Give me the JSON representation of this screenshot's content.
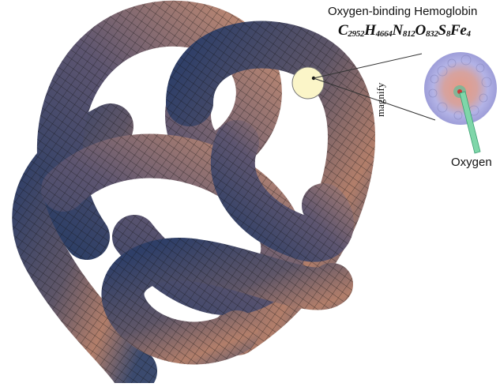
{
  "diagram": {
    "title": "Oxygen-binding Hemoglobin",
    "formula": [
      {
        "el": "C",
        "n": "2952"
      },
      {
        "el": "H",
        "n": "4664"
      },
      {
        "el": "N",
        "n": "812"
      },
      {
        "el": "O",
        "n": "832"
      },
      {
        "el": "S",
        "n": "8"
      },
      {
        "el": "Fe",
        "n": "4"
      }
    ],
    "magnify_label": "magnify",
    "oxygen_label": "Oxygen"
  },
  "colors": {
    "tube_dark": "#2e3f66",
    "tube_mid": "#6b5a64",
    "tube_warm": "#b27c68",
    "grid_line": "#1a1a1a",
    "magnifier_fill": "#fbf5c8",
    "protein_blue": "#a8a8e0",
    "protein_red": "#d7958a",
    "oxygen_pointer": "#7fd6a9"
  },
  "icons": [
    "knot-tube",
    "magnifier-circle",
    "hemoglobin-protein",
    "oxygen-pointer-arrow"
  ]
}
